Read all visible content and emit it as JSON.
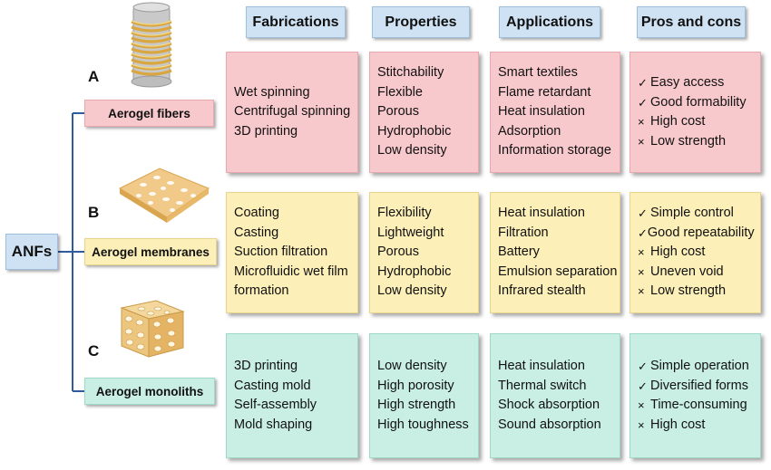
{
  "root": "ANFs",
  "headers": [
    "Fabrications",
    "Properties",
    "Applications",
    "Pros and cons"
  ],
  "rows": [
    {
      "letter": "A",
      "label": "Aerogel fibers",
      "color": "#f8c9cc",
      "fabrications": [
        "Wet spinning",
        "Centrifugal spinning",
        "3D printing"
      ],
      "properties": [
        "Stitchability",
        "Flexible",
        "Porous",
        "Hydrophobic",
        "Low density"
      ],
      "applications": [
        "Smart textiles",
        "Flame retardant",
        "Heat insulation",
        "Adsorption",
        "Information storage"
      ],
      "pros_cons": [
        {
          "mark": "✓",
          "text": "Easy access"
        },
        {
          "mark": "✓",
          "text": "Good formability"
        },
        {
          "mark": "×",
          "text": "High cost"
        },
        {
          "mark": "×",
          "text": "Low strength"
        }
      ]
    },
    {
      "letter": "B",
      "label": "Aerogel membranes",
      "color": "#fcefb8",
      "fabrications": [
        "Coating",
        "Casting",
        "Suction filtration",
        "Microfluidic wet film",
        "formation"
      ],
      "properties": [
        "Flexibility",
        "Lightweight",
        "Porous",
        "Hydrophobic",
        "Low density"
      ],
      "applications": [
        "Heat insulation",
        "Filtration",
        "Battery",
        "Emulsion separation",
        "Infrared stealth"
      ],
      "pros_cons": [
        {
          "mark": "✓",
          "text": "Simple control"
        },
        {
          "mark": "✓",
          "text": "Good repeatability"
        },
        {
          "mark": "×",
          "text": "High cost"
        },
        {
          "mark": "×",
          "text": "Uneven void"
        },
        {
          "mark": "×",
          "text": "Low strength"
        }
      ]
    },
    {
      "letter": "C",
      "label": "Aerogel monoliths",
      "color": "#c9efe5",
      "fabrications": [
        "3D printing",
        "Casting mold",
        "Self-assembly",
        "Mold shaping"
      ],
      "properties": [
        "Low density",
        "High porosity",
        "High strength",
        "High toughness"
      ],
      "applications": [
        "Heat insulation",
        "Thermal switch",
        "Shock absorption",
        "Sound absorption"
      ],
      "pros_cons": [
        {
          "mark": "✓",
          "text": "Simple operation"
        },
        {
          "mark": "✓",
          "text": "Diversified forms"
        },
        {
          "mark": "×",
          "text": "Time-consuming"
        },
        {
          "mark": "×",
          "text": "High cost"
        }
      ]
    }
  ],
  "colors": {
    "header": "#cfe2f3",
    "connector": "#2e5c9e"
  }
}
